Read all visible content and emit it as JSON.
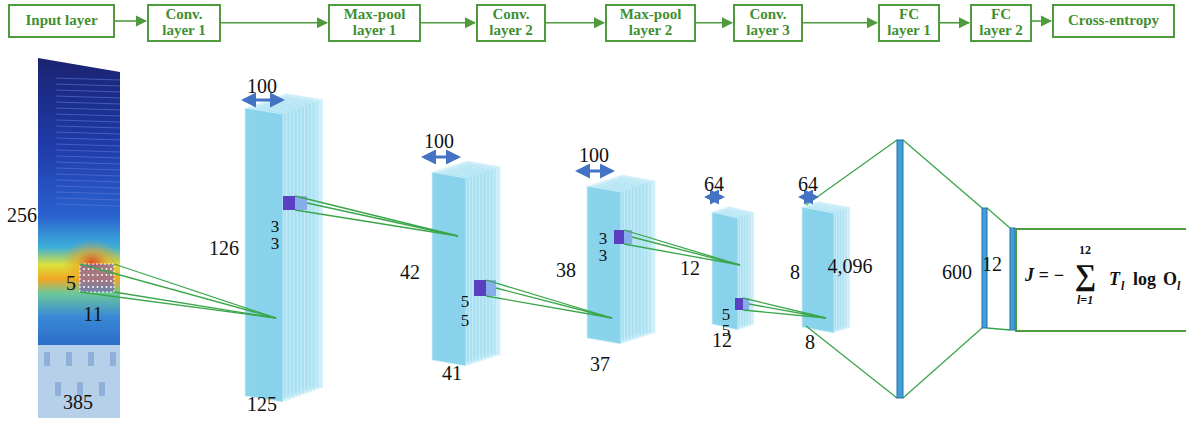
{
  "diagram": {
    "nodes": [
      {
        "text": [
          "Input layer"
        ]
      },
      {
        "text": [
          "Conv. layer 1"
        ]
      },
      {
        "text": [
          "Max-pool layer 1"
        ]
      },
      {
        "text": [
          "Conv. layer 2"
        ]
      },
      {
        "text": [
          "Max-pool layer 2"
        ]
      },
      {
        "text": [
          "Conv. layer 3"
        ]
      },
      {
        "text": [
          "FC layer 1"
        ]
      },
      {
        "text": [
          "FC layer 2"
        ]
      },
      {
        "text": [
          "Cross-entropy"
        ]
      },
      {
        "text": [
          "J = −",
          "12",
          "∑",
          "l=1",
          "T",
          "l",
          "log",
          "O",
          "l"
        ]
      }
    ],
    "edges": [
      {
        "from": 0,
        "to": 1,
        "arrow": "to"
      },
      {
        "from": 1,
        "to": 2,
        "arrow": "to"
      },
      {
        "from": 2,
        "to": 3,
        "arrow": "to"
      },
      {
        "from": 3,
        "to": 4,
        "arrow": "to"
      },
      {
        "from": 4,
        "to": 5,
        "arrow": "to"
      },
      {
        "from": 5,
        "to": 6,
        "arrow": "to"
      },
      {
        "from": 6,
        "to": 7,
        "arrow": "to"
      },
      {
        "from": 7,
        "to": 8,
        "arrow": "to"
      }
    ],
    "labels": [
      "256",
      "385",
      "5",
      "11",
      "100",
      "126",
      "125",
      "3",
      "3",
      "100",
      "42",
      "41",
      "5",
      "5",
      "100",
      "38",
      "37",
      "3",
      "3",
      "64",
      "12",
      "12",
      "5",
      "5",
      "64",
      "8",
      "8",
      "4,096",
      "600",
      "12"
    ]
  }
}
